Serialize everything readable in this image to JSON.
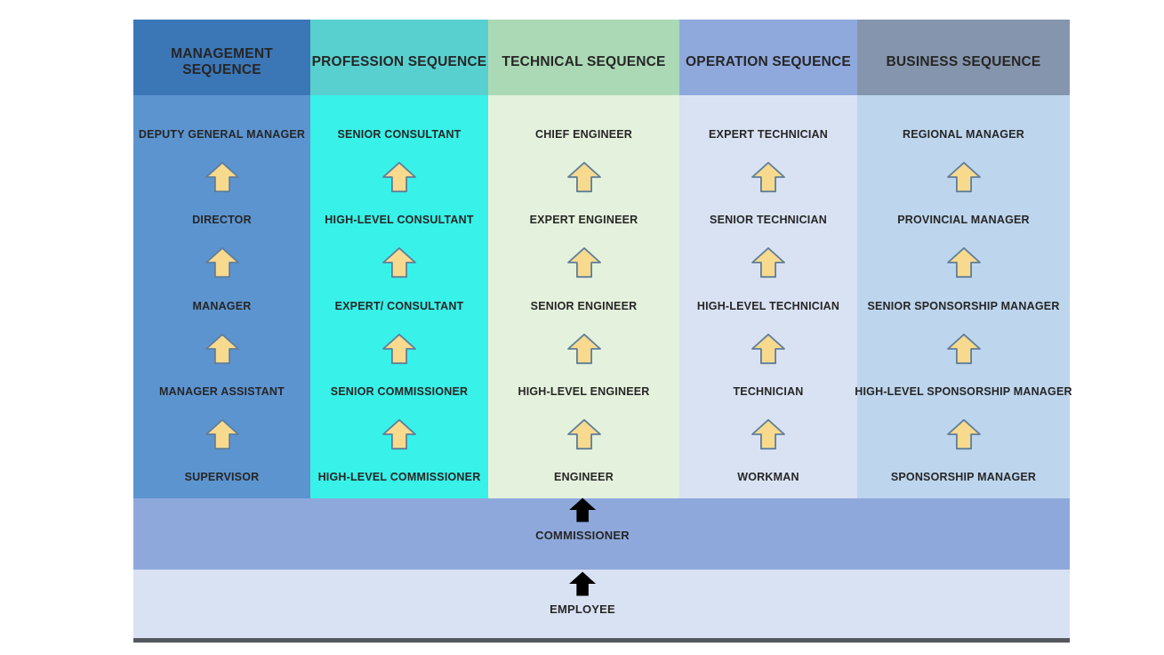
{
  "diagram": {
    "columns": [
      {
        "header": "MANAGEMENT SEQUENCE",
        "header_color": "#3b76b7",
        "body_color": "#5c94d0",
        "levels": [
          "DEPUTY GENERAL MANAGER",
          "DIRECTOR",
          "MANAGER",
          "MANAGER ASSISTANT",
          "SUPERVISOR"
        ]
      },
      {
        "header": "PROFESSION SEQUENCE",
        "header_color": "#58d0d0",
        "body_color": "#38f1e8",
        "levels": [
          "SENIOR CONSULTANT",
          "HIGH-LEVEL CONSULTANT",
          "EXPERT/ CONSULTANT",
          "SENIOR COMMISSIONER",
          "HIGH-LEVEL COMMISSIONER"
        ]
      },
      {
        "header": "TECHNICAL SEQUENCE",
        "header_color": "#abd9b5",
        "body_color": "#e4f1dc",
        "levels": [
          "CHIEF ENGINEER",
          "EXPERT ENGINEER",
          "SENIOR ENGINEER",
          "HIGH-LEVEL ENGINEER",
          "ENGINEER"
        ]
      },
      {
        "header": "OPERATION SEQUENCE",
        "header_color": "#8fa9dd",
        "body_color": "#d9e2f3",
        "levels": [
          "EXPERT TECHNICIAN",
          "SENIOR TECHNICIAN",
          "HIGH-LEVEL TECHNICIAN",
          "TECHNICIAN",
          "WORKMAN"
        ]
      },
      {
        "header": "BUSINESS SEQUENCE",
        "header_color": "#8595ad",
        "body_color": "#bdd5ed",
        "levels": [
          "REGIONAL MANAGER",
          "PROVINCIAL MANAGER",
          "SENIOR SPONSORSHIP MANAGER",
          "HIGH-LEVEL SPONSORSHIP MANAGER",
          "SPONSORSHIP MANAGER"
        ]
      }
    ],
    "bands": [
      {
        "label": "COMMISSIONER",
        "color": "#8ea8db"
      },
      {
        "label": "EMPLOYEE",
        "color": "#d9e2f3"
      }
    ],
    "arrow": {
      "icon": "up-arrow-icon",
      "fill": "#f7da8e",
      "stroke": "#5f7e99"
    },
    "baseline_color": "#54585e",
    "text_color": "#262626"
  }
}
